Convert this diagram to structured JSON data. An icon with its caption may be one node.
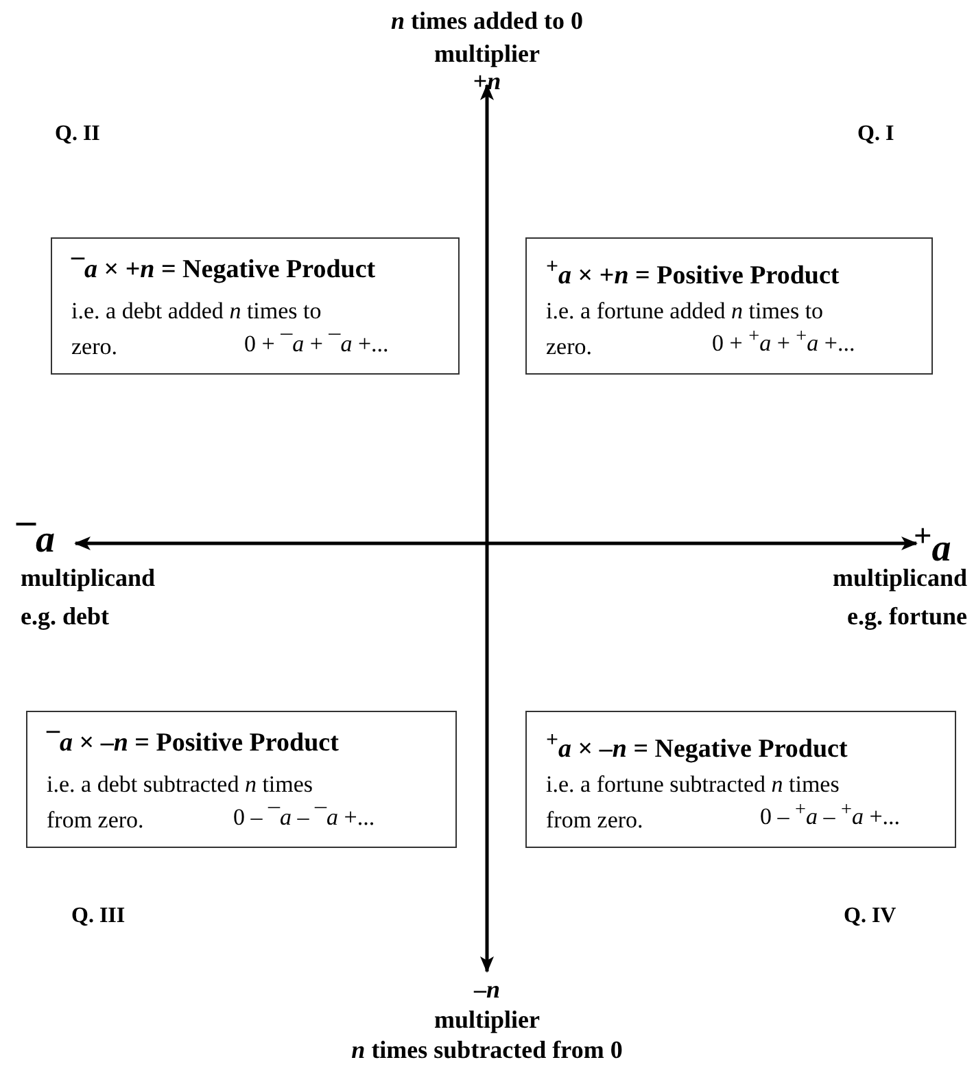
{
  "diagram": {
    "nodes": [
      {
        "text": [
          "¯*a* × +*n* = Negative Product",
          "i.e. a debt added *n* times to zero.",
          "0 + ¯*a* + ¯*a* +..."
        ]
      },
      {
        "text": [
          "$^{+}$*a* × +*n* = Positive Product",
          "i.e. a fortune added *n* times to zero.",
          "0 + $^{+}$*a* + $^{+}$*a* +..."
        ]
      },
      {
        "text": [
          "¯*a* × –*n* = Positive Product",
          "i.e. a debt subtracted *n* times from zero.",
          "0 – ¯*a* – ¯*a* +..."
        ]
      },
      {
        "text": [
          "$^{+}$*a* × –*n* = Negative Product",
          "i.e. a fortune subtracted *n* times from zero.",
          "0 – $^{+}$*a* – $^{+}$*a* +..."
        ]
      }
    ],
    "edges": [],
    "labels": [
      "*n* times added to 0",
      "multiplier",
      "+*n*",
      "Q. II",
      "Q. I",
      "¯*a*",
      "$^{+}$*a*",
      "multiplicand",
      "e.g. debt",
      "multiplicand",
      "e.g. fortune",
      "Q. III",
      "Q. IV",
      "–*n*",
      "multiplier",
      "*n* times subtracted from 0"
    ]
  }
}
